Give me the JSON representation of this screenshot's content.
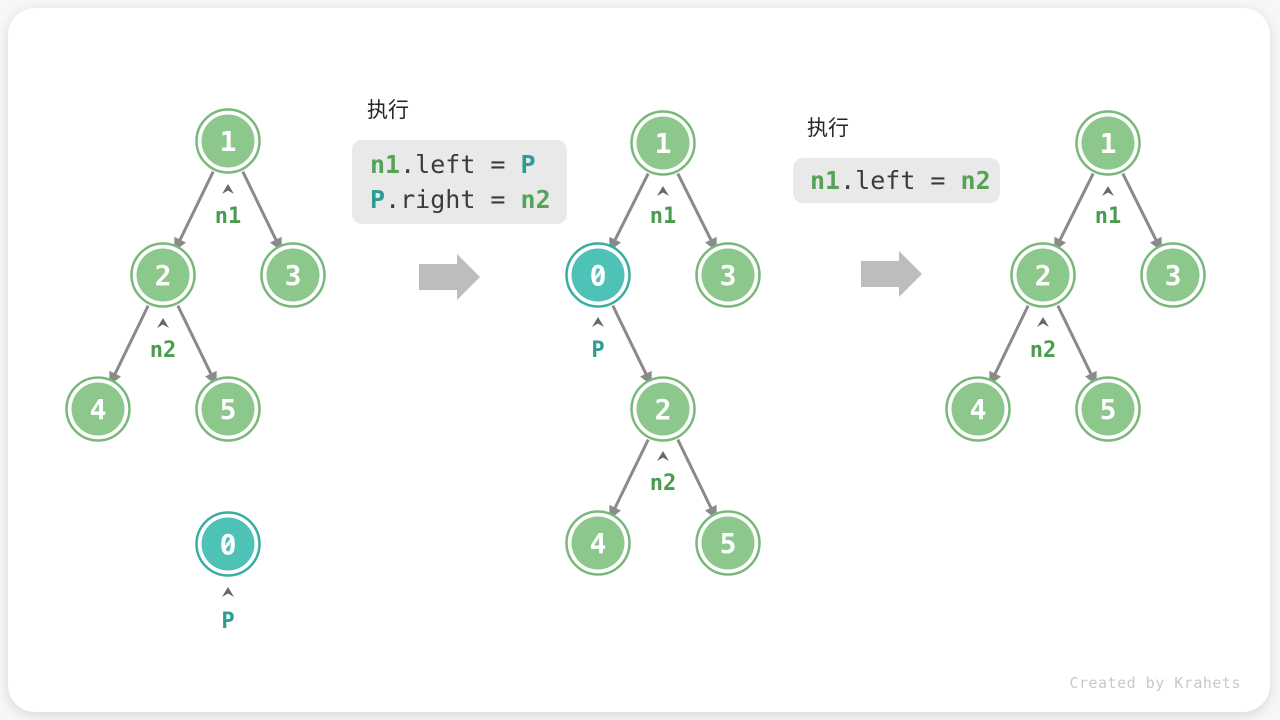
{
  "watermark": "Created by Krahets",
  "colors": {
    "node_green_fill": "#8cc88c",
    "node_green_ring": "#79b77a",
    "node_teal_fill": "#4ec2b6",
    "node_teal_ring": "#3aaca1",
    "edge_gray": "#8a8a8a",
    "pointer_green": "#4c9b4e",
    "pointer_teal": "#2d9c94",
    "code_box_bg": "#e9e9e9",
    "big_arrow_gray": "#bdbdbd"
  },
  "code_blocks": [
    {
      "title": "执行",
      "lines": [
        [
          "n1",
          ".left = ",
          "P"
        ],
        [
          "P",
          ".right = ",
          "n2"
        ]
      ]
    },
    {
      "title": "执行",
      "lines": [
        [
          "n1",
          ".left = ",
          "n2"
        ]
      ]
    }
  ],
  "trees": {
    "left": {
      "values": {
        "v1": "1",
        "v2": "2",
        "v3": "3",
        "v4": "4",
        "v5": "5",
        "vp": "0"
      },
      "pointers": {
        "n1": "n1",
        "n2": "n2",
        "p": "P"
      }
    },
    "middle": {
      "values": {
        "v1": "1",
        "v2": "2",
        "v3": "3",
        "v4": "4",
        "v5": "5",
        "vp": "0"
      },
      "pointers": {
        "n1": "n1",
        "n2": "n2",
        "p": "P"
      }
    },
    "right": {
      "values": {
        "v1": "1",
        "v2": "2",
        "v3": "3",
        "v4": "4",
        "v5": "5"
      },
      "pointers": {
        "n1": "n1",
        "n2": "n2"
      }
    }
  }
}
